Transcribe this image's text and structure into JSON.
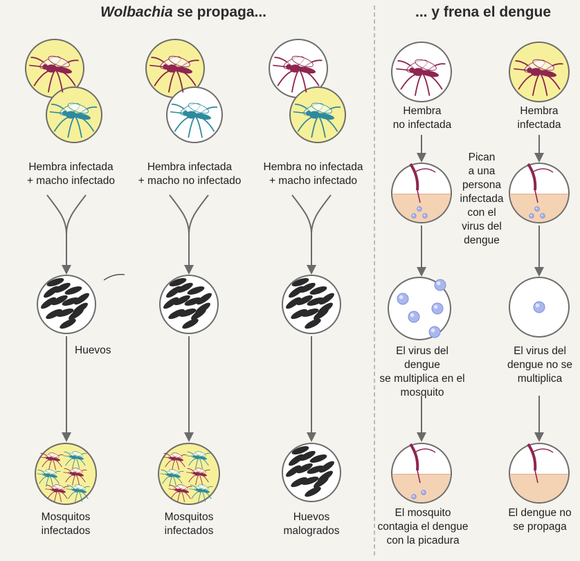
{
  "left_title": {
    "italic": "Wolbachia",
    "rest": " se propaga..."
  },
  "right_title": "... y frena el dengue",
  "crosses": [
    {
      "line1": "Hembra infectada",
      "line2": "+ macho infectado"
    },
    {
      "line1": "Hembra infectada",
      "line2": "+ macho no infectado"
    },
    {
      "line1": "Hembra no infectada",
      "line2": "+ macho infectado"
    }
  ],
  "eggs_label": "Huevos",
  "results": [
    {
      "line1": "Mosquitos",
      "line2": "infectados"
    },
    {
      "line1": "Mosquitos",
      "line2": "infectados"
    },
    {
      "line1": "Huevos",
      "line2": "malogrados"
    }
  ],
  "female_labels": [
    {
      "line1": "Hembra",
      "line2": "no infectada"
    },
    {
      "line1": "Hembra",
      "line2": "infectada"
    }
  ],
  "bite_note": [
    "Pican",
    "a una",
    "persona",
    "infectada",
    "con el",
    "virus del",
    "dengue"
  ],
  "virus_labels": [
    {
      "line1": "El virus del dengue",
      "line2": "se multiplica en el",
      "line3": "mosquito"
    },
    {
      "line1": "El virus del",
      "line2": "dengue no se",
      "line3": "multiplica"
    }
  ],
  "outcomes": [
    {
      "line1": "El mosquito",
      "line2": "contagia el dengue",
      "line3": "con la picadura"
    },
    {
      "line1": "El dengue no",
      "line2": "se propaga"
    }
  ],
  "colors": {
    "infected_bg": "#f7f09a",
    "female": "#8e2650",
    "male": "#2d8a9e",
    "egg": "#2a2a2a",
    "virus": "#a9b7ee",
    "skin": "#f4d2b4"
  }
}
